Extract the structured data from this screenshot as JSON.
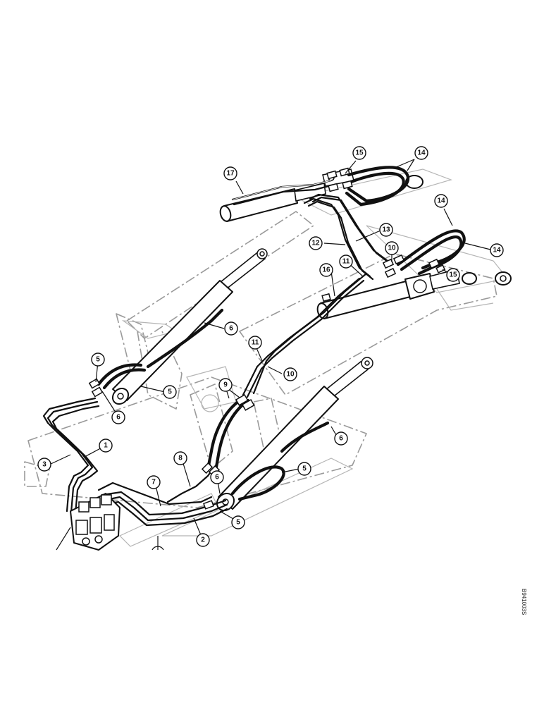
{
  "figure": {
    "reference_code": "B941003S",
    "callouts": [
      {
        "label": "1"
      },
      {
        "label": "2"
      },
      {
        "label": "3"
      },
      {
        "label": "5"
      },
      {
        "label": "5"
      },
      {
        "label": "5"
      },
      {
        "label": "5"
      },
      {
        "label": "6"
      },
      {
        "label": "6"
      },
      {
        "label": "6"
      },
      {
        "label": "6"
      },
      {
        "label": "7"
      },
      {
        "label": "8"
      },
      {
        "label": "9"
      },
      {
        "label": "10"
      },
      {
        "label": "10"
      },
      {
        "label": "11"
      },
      {
        "label": "11"
      },
      {
        "label": "12"
      },
      {
        "label": "13"
      },
      {
        "label": "14"
      },
      {
        "label": "14"
      },
      {
        "label": "15"
      },
      {
        "label": "15"
      },
      {
        "label": "16"
      },
      {
        "label": "17"
      }
    ]
  }
}
